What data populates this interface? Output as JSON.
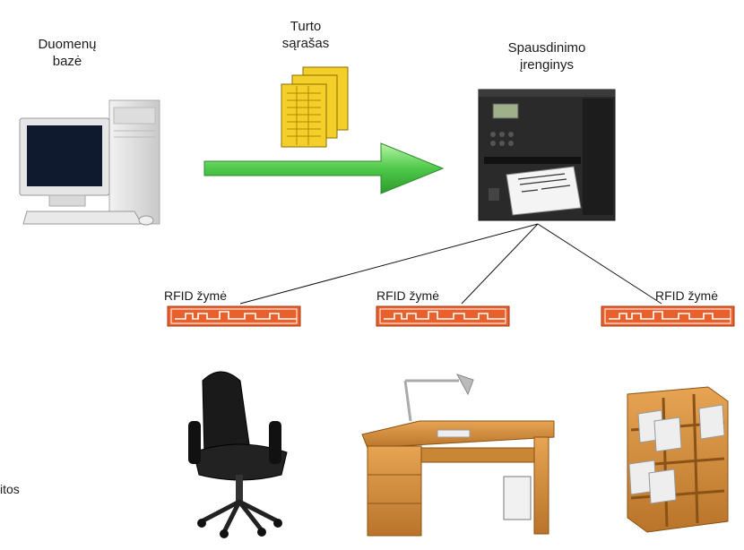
{
  "labels": {
    "database": [
      "Duomenų",
      "bazė"
    ],
    "asset_list": [
      "Turto",
      "sąrašas"
    ],
    "printer": [
      "Spausdinimo",
      "įrenginys"
    ],
    "cut_text": "itos"
  },
  "tags": [
    {
      "label": "RFID žymė"
    },
    {
      "label": "RFID žymė"
    },
    {
      "label": "RFID žymė"
    }
  ],
  "colors": {
    "arrow_green": "#4ec94a",
    "document_yellow": "#f4cf2a",
    "tag_orange": "#e8602c",
    "wood": "#d08b3a"
  },
  "icons": [
    "computer-icon",
    "documents-icon",
    "arrow-icon",
    "printer-icon",
    "rfid-tag-icon",
    "office-chair-icon",
    "desk-icon",
    "bookshelf-icon"
  ]
}
